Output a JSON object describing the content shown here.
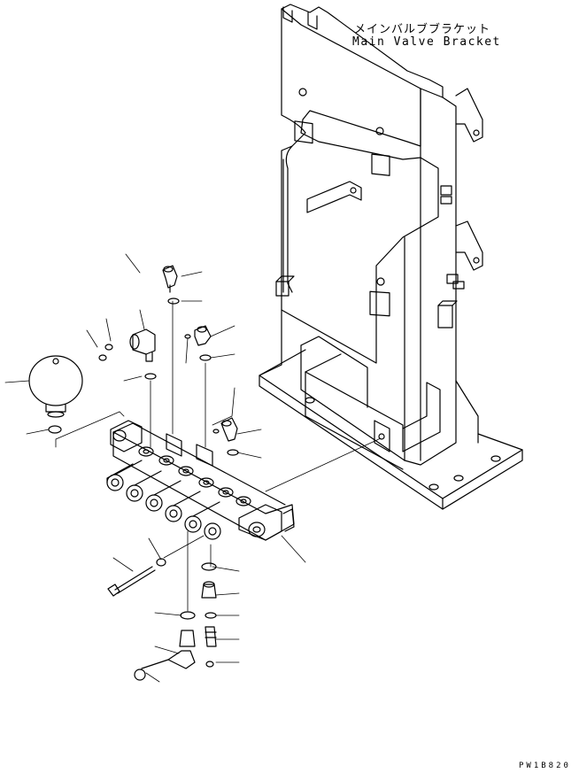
{
  "bracket_label": {
    "japanese": "メインバルブブラケット",
    "english": "Main Valve Bracket"
  },
  "drawing_code": "PW1B820"
}
